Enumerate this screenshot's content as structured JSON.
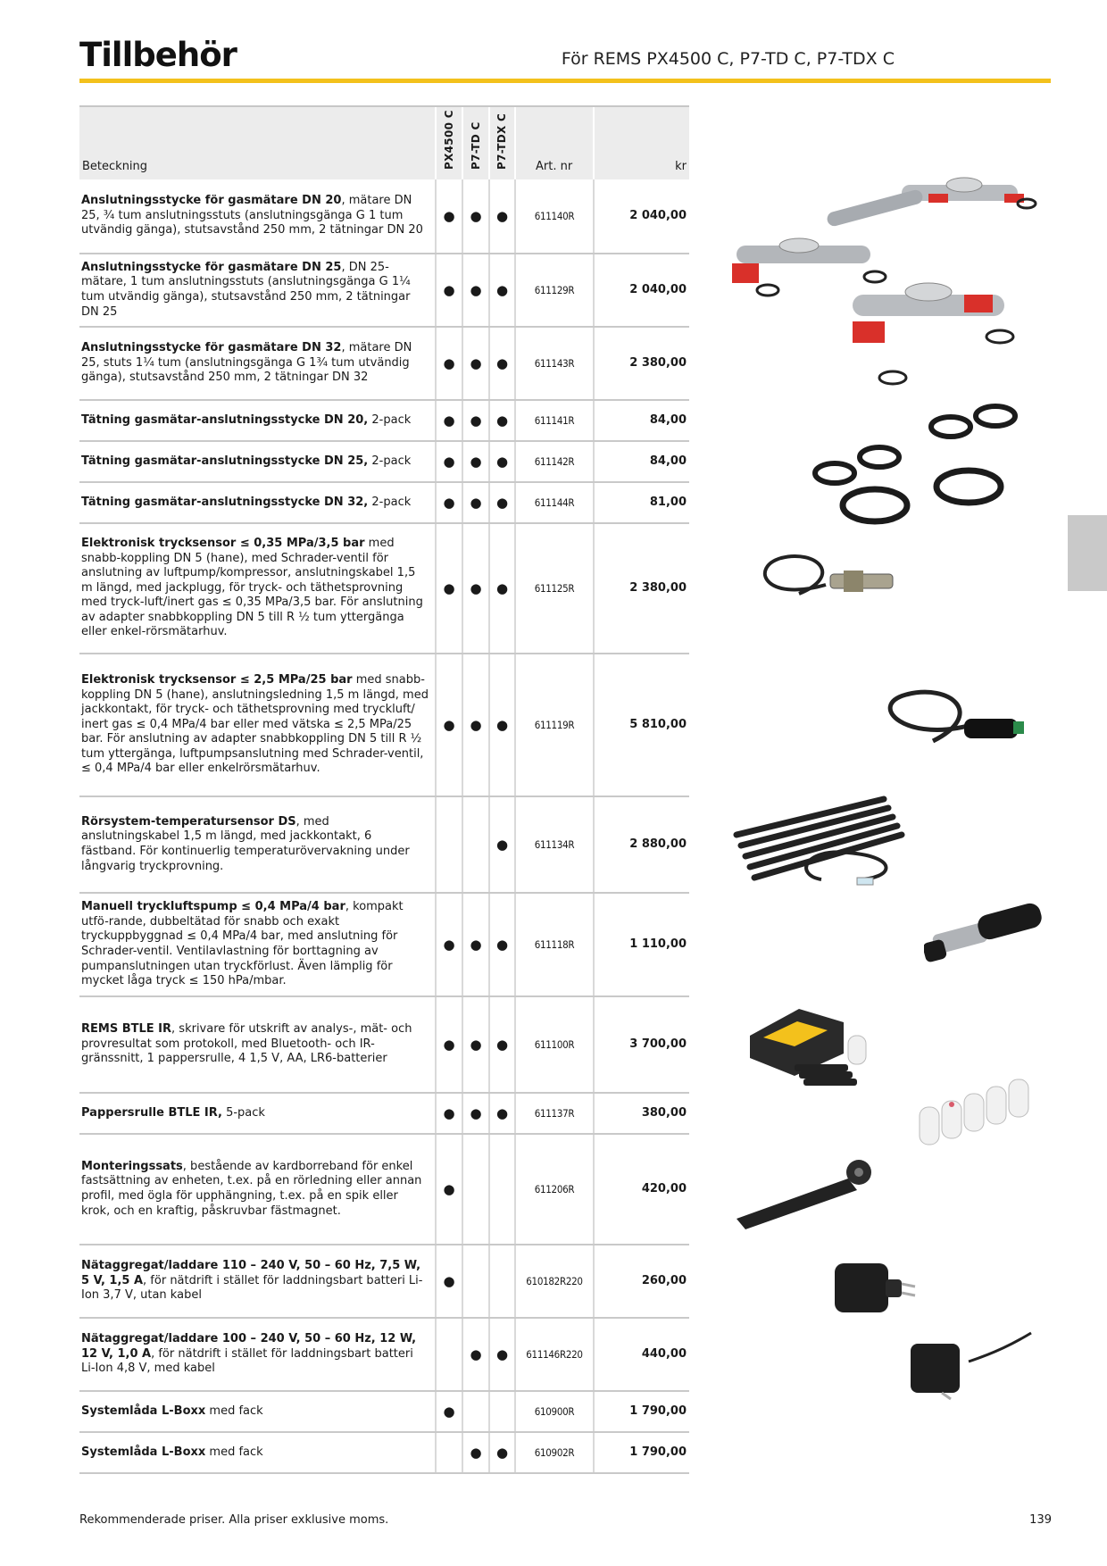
{
  "header": {
    "title": "Tillbehör",
    "subtitle": "För REMS PX4500 C, P7-TD C, P7-TDX C"
  },
  "table": {
    "columns": {
      "name": "Beteckning",
      "c1": "PX4500 C",
      "c2": "P7-TD C",
      "c3": "P7-TDX C",
      "art": "Art. nr",
      "price": "kr"
    },
    "rows": [
      {
        "bold": "Anslutningsstycke för gasmätare DN 20",
        "text": ", mätare DN 25, ¾ tum anslutningsstuts (anslutningsgänga G 1 tum utvändig gänga), stutsavstånd 250 mm, 2 tätningar DN 20",
        "m1": "●",
        "m2": "●",
        "m3": "●",
        "art": "611140R",
        "price": "2 040,00"
      },
      {
        "bold": "Anslutningsstycke för gasmätare DN 25",
        "text": ", DN 25-mätare, 1 tum anslutningsstuts (anslutningsgänga G 1¼ tum utvändig gänga), stutsavstånd 250 mm, 2 tätningar DN 25",
        "m1": "●",
        "m2": "●",
        "m3": "●",
        "art": "611129R",
        "price": "2 040,00"
      },
      {
        "bold": "Anslutningsstycke för gasmätare DN 32",
        "text": ", mätare DN 25, stuts 1¼ tum (anslutningsgänga G 1¾ tum utvändig gänga), stutsavstånd 250 mm, 2 tätningar DN 32",
        "m1": "●",
        "m2": "●",
        "m3": "●",
        "art": "611143R",
        "price": "2 380,00"
      },
      {
        "bold": "Tätning gasmätar-anslutningsstycke DN 20,",
        "text": " 2-pack",
        "m1": "●",
        "m2": "●",
        "m3": "●",
        "art": "611141R",
        "price": "84,00"
      },
      {
        "bold": "Tätning gasmätar-anslutningsstycke DN 25,",
        "text": " 2-pack",
        "m1": "●",
        "m2": "●",
        "m3": "●",
        "art": "611142R",
        "price": "84,00"
      },
      {
        "bold": "Tätning gasmätar-anslutningsstycke DN 32,",
        "text": " 2-pack",
        "m1": "●",
        "m2": "●",
        "m3": "●",
        "art": "611144R",
        "price": "81,00"
      },
      {
        "bold": "Elektronisk trycksensor ≤ 0,35 MPa/3,5 bar",
        "text": " med snabb-koppling DN 5 (hane), med Schrader-ventil för anslutning av luftpump/kompressor, anslutningskabel 1,5 m längd, med jackplugg, för tryck- och täthetsprovning med tryck-luft/inert gas ≤ 0,35 MPa/3,5 bar. För anslutning av adapter snabbkoppling DN 5 till R ½ tum yttergänga eller enkel-rörsmätarhuv.",
        "m1": "●",
        "m2": "●",
        "m3": "●",
        "art": "611125R",
        "price": "2 380,00"
      },
      {
        "bold": "Elektronisk trycksensor ≤ 2,5 MPa/25 bar",
        "text": " med snabb-koppling DN 5 (hane), anslutningsledning 1,5 m längd, med jackkontakt, för tryck- och täthetsprovning med tryckluft/ inert gas ≤ 0,4 MPa/4 bar eller med vätska ≤ 2,5 MPa/25 bar. För anslutning av adapter snabbkoppling DN 5 till R ½ tum yttergänga, luftpumpsanslutning med Schrader-ventil, ≤ 0,4 MPa/4 bar eller enkelrörsmätarhuv.",
        "m1": "●",
        "m2": "●",
        "m3": "●",
        "art": "611119R",
        "price": "5 810,00"
      },
      {
        "bold": "Rörsystem-temperatursensor DS",
        "text": ", med anslutningskabel 1,5 m längd, med jackkontakt, 6 fästband. För kontinuerlig temperaturövervakning under långvarig tryckprovning.",
        "m1": "",
        "m2": "",
        "m3": "●",
        "art": "611134R",
        "price": "2 880,00"
      },
      {
        "bold": "Manuell tryckluftspump ≤ 0,4 MPa/4 bar",
        "text": ", kompakt utfö-rande, dubbeltätad för snabb och exakt tryckuppbyggnad ≤ 0,4 MPa/4 bar, med anslutning för Schrader-ventil. Ventilavlastning för borttagning av pumpanslutningen utan tryckförlust. Även lämplig för mycket låga tryck ≤ 150 hPa/mbar.",
        "m1": "●",
        "m2": "●",
        "m3": "●",
        "art": "611118R",
        "price": "1 110,00"
      },
      {
        "bold": "REMS BTLE IR",
        "text": ", skrivare för utskrift av analys-, mät- och provresultat som protokoll, med Bluetooth- och IR-gränssnitt, 1 pappersrulle, 4 1,5 V, AA, LR6-batterier",
        "m1": "●",
        "m2": "●",
        "m3": "●",
        "art": "611100R",
        "price": "3 700,00"
      },
      {
        "bold": "Pappersrulle BTLE IR,",
        "text": " 5-pack",
        "m1": "●",
        "m2": "●",
        "m3": "●",
        "art": "611137R",
        "price": "380,00"
      },
      {
        "bold": "Monteringssats",
        "text": ", bestående av kardborreband för enkel fastsättning av enheten, t.ex. på en rörledning eller annan profil, med ögla för upphängning, t.ex. på en spik eller krok, och en kraftig, påskruvbar fästmagnet.",
        "m1": "●",
        "m2": "",
        "m3": "",
        "art": "611206R",
        "price": "420,00"
      },
      {
        "bold": "Nätaggregat/laddare 110 – 240 V, 50 – 60 Hz, 7,5 W, 5 V, 1,5 A",
        "text": ", för nätdrift i stället för laddningsbart batteri Li-Ion 3,7 V, utan kabel",
        "m1": "●",
        "m2": "",
        "m3": "",
        "art": "610182R220",
        "price": "260,00"
      },
      {
        "bold": "Nätaggregat/laddare 100 – 240 V, 50 – 60 Hz, 12 W, 12 V, 1,0 A",
        "text": ", för nätdrift i stället för laddningsbart batteri Li-Ion 4,8 V, med kabel",
        "m1": "",
        "m2": "●",
        "m3": "●",
        "art": "611146R220",
        "price": "440,00"
      },
      {
        "bold": "Systemlåda L-Boxx",
        "text": " med fack",
        "m1": "●",
        "m2": "",
        "m3": "",
        "art": "610900R",
        "price": "1 790,00"
      },
      {
        "bold": "Systemlåda L-Boxx",
        "text": " med fack",
        "m1": "",
        "m2": "●",
        "m3": "●",
        "art": "610902R",
        "price": "1 790,00"
      }
    ]
  },
  "footer": {
    "note": "Rekommenderade priser. Alla priser exklusive moms.",
    "page": "139"
  },
  "colors": {
    "accent": "#f3c11c",
    "tab": "#c9c9c9",
    "red_seal": "#d9302a"
  }
}
